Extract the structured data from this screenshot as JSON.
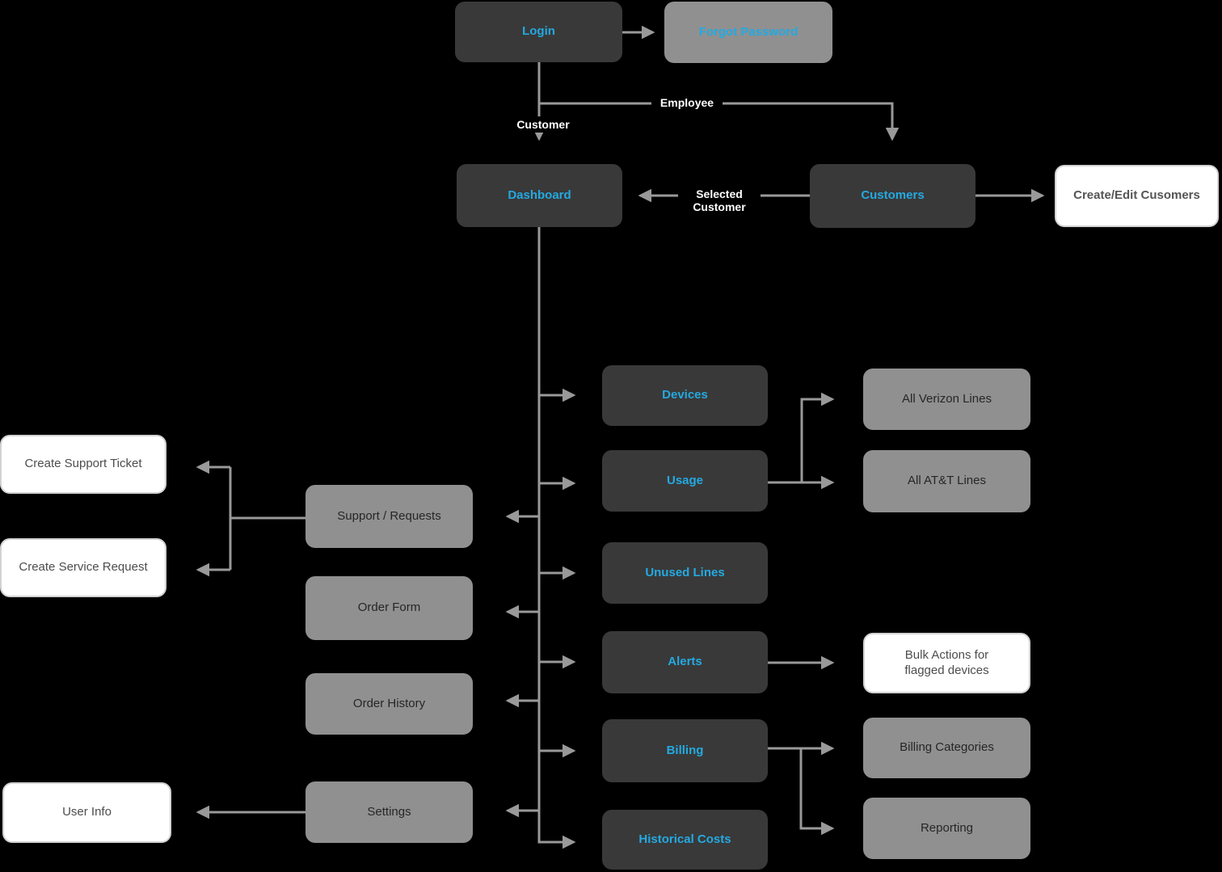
{
  "diagram": {
    "nodes": {
      "login": {
        "label": "Login"
      },
      "forgot_password": {
        "label": "Forgot Password"
      },
      "dashboard": {
        "label": "Dashboard"
      },
      "customers": {
        "label": "Customers"
      },
      "create_edit_customers": {
        "label": "Create/Edit Cusomers"
      },
      "devices": {
        "label": "Devices"
      },
      "usage": {
        "label": "Usage"
      },
      "unused_lines": {
        "label": "Unused Lines"
      },
      "alerts": {
        "label": "Alerts"
      },
      "billing": {
        "label": "Billing"
      },
      "historical_costs": {
        "label": "Historical Costs"
      },
      "all_verizon_lines": {
        "label": "All Verizon Lines"
      },
      "all_att_lines": {
        "label": "All AT&T Lines"
      },
      "bulk_actions": {
        "label": "Bulk Actions for flagged devices"
      },
      "billing_categories": {
        "label": "Billing Categories"
      },
      "reporting": {
        "label": "Reporting"
      },
      "support_requests": {
        "label": "Support / Requests"
      },
      "order_form": {
        "label": "Order Form"
      },
      "order_history": {
        "label": "Order History"
      },
      "settings": {
        "label": "Settings"
      },
      "create_support_ticket": {
        "label": "Create Support Ticket"
      },
      "create_service_request": {
        "label": "Create Service Request"
      },
      "user_info": {
        "label": "User Info"
      }
    },
    "edge_labels": {
      "employee": "Employee",
      "customer": "Customer",
      "selected_customer": "Selected Customer"
    },
    "colors": {
      "background": "#000000",
      "dark_node": "#393939",
      "gray_node": "#909090",
      "white_node": "#ffffff",
      "accent_text": "#24a9e1",
      "connector": "#999999"
    }
  }
}
